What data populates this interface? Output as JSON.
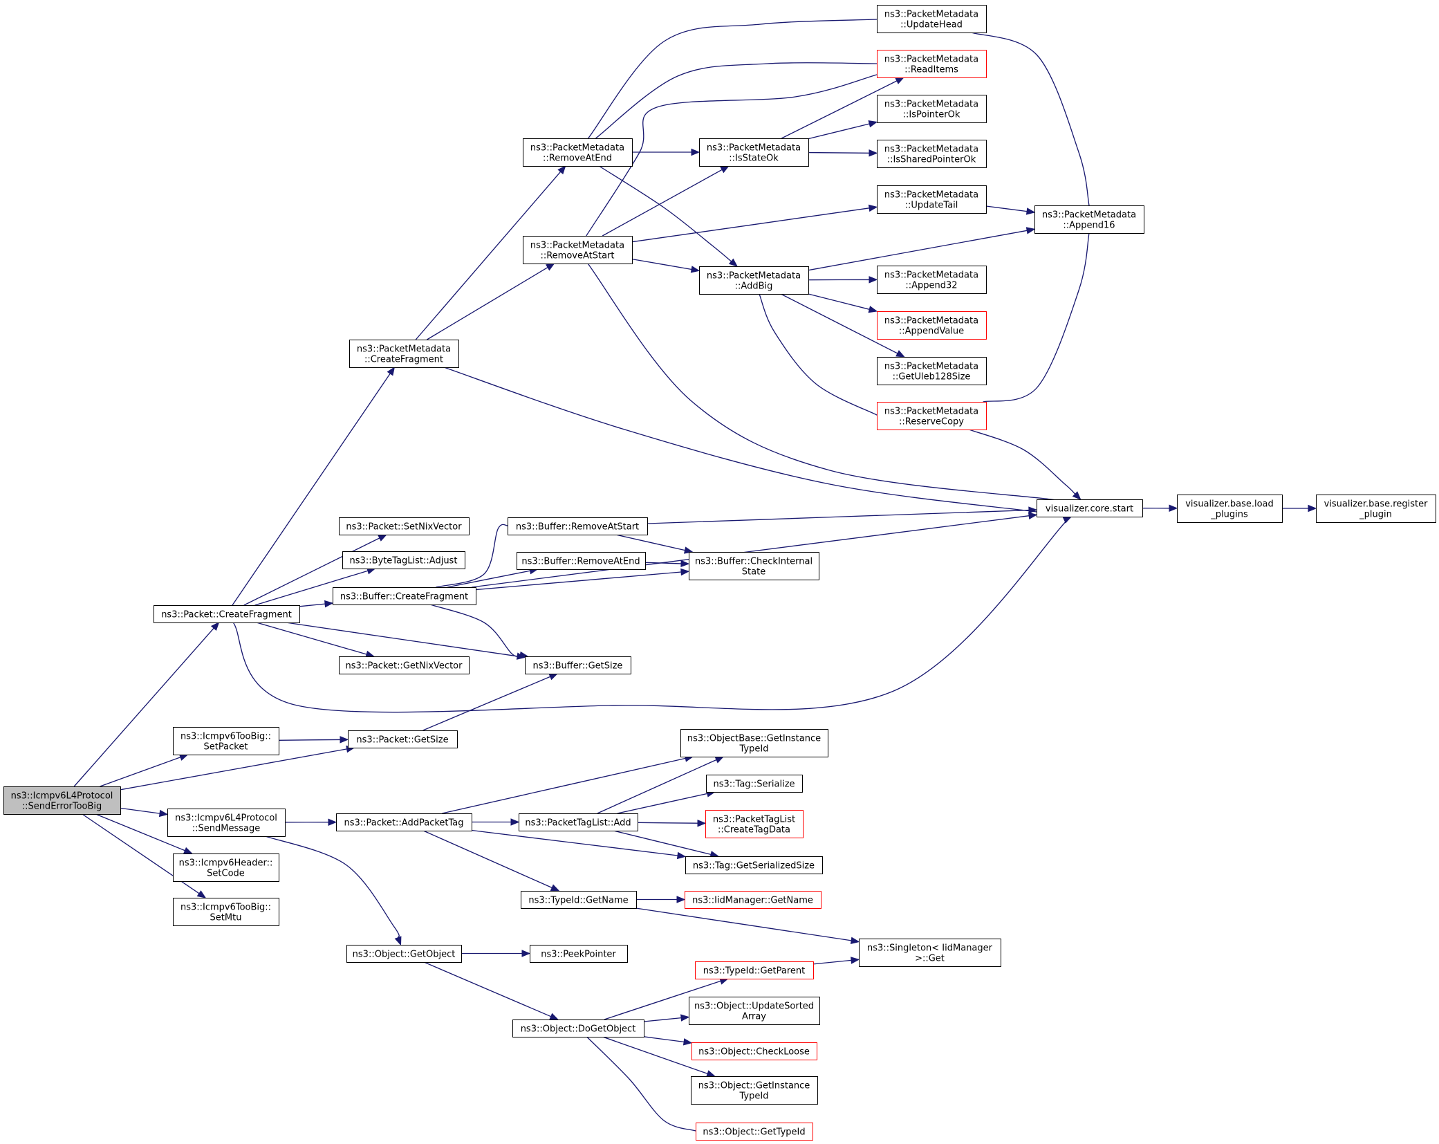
{
  "colors": {
    "edge": "#191970",
    "border_normal": "#000000",
    "border_truncated": "#ff0000",
    "fill_root": "#bfbfbf",
    "fill_normal": "#ffffff"
  },
  "nodes": [
    {
      "id": "root",
      "lines": [
        "ns3::Icmpv6L4Protocol",
        "::SendErrorTooBig"
      ],
      "style": "root"
    },
    {
      "id": "pkt_createfrag",
      "lines": [
        "ns3::Packet::CreateFragment"
      ],
      "style": "normal"
    },
    {
      "id": "toobig_setpacket",
      "lines": [
        "ns3::Icmpv6TooBig::",
        "SetPacket"
      ],
      "style": "normal"
    },
    {
      "id": "pkt_getsize",
      "lines": [
        "ns3::Packet::GetSize"
      ],
      "style": "normal"
    },
    {
      "id": "l4_sendmessage",
      "lines": [
        "ns3::Icmpv6L4Protocol",
        "::SendMessage"
      ],
      "style": "normal"
    },
    {
      "id": "hdr_setcode",
      "lines": [
        "ns3::Icmpv6Header::",
        "SetCode"
      ],
      "style": "normal"
    },
    {
      "id": "toobig_setmtu",
      "lines": [
        "ns3::Icmpv6TooBig::",
        "SetMtu"
      ],
      "style": "normal"
    },
    {
      "id": "pm_createfrag",
      "lines": [
        "ns3::PacketMetadata",
        "::CreateFragment"
      ],
      "style": "normal"
    },
    {
      "id": "pkt_setnix",
      "lines": [
        "ns3::Packet::SetNixVector"
      ],
      "style": "normal"
    },
    {
      "id": "btl_adjust",
      "lines": [
        "ns3::ByteTagList::Adjust"
      ],
      "style": "normal"
    },
    {
      "id": "buf_createfrag",
      "lines": [
        "ns3::Buffer::CreateFragment"
      ],
      "style": "normal"
    },
    {
      "id": "pkt_getnix",
      "lines": [
        "ns3::Packet::GetNixVector"
      ],
      "style": "normal"
    },
    {
      "id": "buf_getsize",
      "lines": [
        "ns3::Buffer::GetSize"
      ],
      "style": "normal"
    },
    {
      "id": "pkt_addtag",
      "lines": [
        "ns3::Packet::AddPacketTag"
      ],
      "style": "normal"
    },
    {
      "id": "obj_getobject",
      "lines": [
        "ns3::Object::GetObject"
      ],
      "style": "normal"
    },
    {
      "id": "pm_removeatend",
      "lines": [
        "ns3::PacketMetadata",
        "::RemoveAtEnd"
      ],
      "style": "normal"
    },
    {
      "id": "pm_removeatstart",
      "lines": [
        "ns3::PacketMetadata",
        "::RemoveAtStart"
      ],
      "style": "normal"
    },
    {
      "id": "buf_removeatstart",
      "lines": [
        "ns3::Buffer::RemoveAtStart"
      ],
      "style": "normal"
    },
    {
      "id": "buf_removeatend",
      "lines": [
        "ns3::Buffer::RemoveAtEnd"
      ],
      "style": "normal"
    },
    {
      "id": "ptl_add",
      "lines": [
        "ns3::PacketTagList::Add"
      ],
      "style": "normal"
    },
    {
      "id": "typeid_getname",
      "lines": [
        "ns3::TypeId::GetName"
      ],
      "style": "normal"
    },
    {
      "id": "peekpointer",
      "lines": [
        "ns3::PeekPointer"
      ],
      "style": "normal"
    },
    {
      "id": "obj_dogetobject",
      "lines": [
        "ns3::Object::DoGetObject"
      ],
      "style": "normal"
    },
    {
      "id": "pm_isstateok",
      "lines": [
        "ns3::PacketMetadata",
        "::IsStateOk"
      ],
      "style": "normal"
    },
    {
      "id": "pm_addbig",
      "lines": [
        "ns3::PacketMetadata",
        "::AddBig"
      ],
      "style": "normal"
    },
    {
      "id": "buf_checkinternal",
      "lines": [
        "ns3::Buffer::CheckInternal",
        "State"
      ],
      "style": "normal"
    },
    {
      "id": "ob_getinstance",
      "lines": [
        "ns3::ObjectBase::GetInstance",
        "TypeId"
      ],
      "style": "normal"
    },
    {
      "id": "tag_serialize",
      "lines": [
        "ns3::Tag::Serialize"
      ],
      "style": "normal"
    },
    {
      "id": "ptl_createtagdata",
      "lines": [
        "ns3::PacketTagList",
        "::CreateTagData"
      ],
      "style": "truncated"
    },
    {
      "id": "tag_getsersize",
      "lines": [
        "ns3::Tag::GetSerializedSize"
      ],
      "style": "normal"
    },
    {
      "id": "iid_getname",
      "lines": [
        "ns3::IidManager::GetName"
      ],
      "style": "truncated"
    },
    {
      "id": "typeid_getparent",
      "lines": [
        "ns3::TypeId::GetParent"
      ],
      "style": "truncated"
    },
    {
      "id": "obj_updatesorted",
      "lines": [
        "ns3::Object::UpdateSorted",
        "Array"
      ],
      "style": "normal"
    },
    {
      "id": "obj_checkloose",
      "lines": [
        "ns3::Object::CheckLoose"
      ],
      "style": "truncated"
    },
    {
      "id": "obj_getinstance",
      "lines": [
        "ns3::Object::GetInstance",
        "TypeId"
      ],
      "style": "normal"
    },
    {
      "id": "obj_gettypeid",
      "lines": [
        "ns3::Object::GetTypeId"
      ],
      "style": "truncated"
    },
    {
      "id": "pm_updatehead",
      "lines": [
        "ns3::PacketMetadata",
        "::UpdateHead"
      ],
      "style": "normal"
    },
    {
      "id": "pm_readitems",
      "lines": [
        "ns3::PacketMetadata",
        "::ReadItems"
      ],
      "style": "truncated"
    },
    {
      "id": "pm_ispointerok",
      "lines": [
        "ns3::PacketMetadata",
        "::IsPointerOk"
      ],
      "style": "normal"
    },
    {
      "id": "pm_issharedptrok",
      "lines": [
        "ns3::PacketMetadata",
        "::IsSharedPointerOk"
      ],
      "style": "normal"
    },
    {
      "id": "pm_updatetail",
      "lines": [
        "ns3::PacketMetadata",
        "::UpdateTail"
      ],
      "style": "normal"
    },
    {
      "id": "pm_append32",
      "lines": [
        "ns3::PacketMetadata",
        "::Append32"
      ],
      "style": "normal"
    },
    {
      "id": "pm_appendvalue",
      "lines": [
        "ns3::PacketMetadata",
        "::AppendValue"
      ],
      "style": "truncated"
    },
    {
      "id": "pm_getuleb",
      "lines": [
        "ns3::PacketMetadata",
        "::GetUleb128Size"
      ],
      "style": "normal"
    },
    {
      "id": "pm_reservecopy",
      "lines": [
        "ns3::PacketMetadata",
        "::ReserveCopy"
      ],
      "style": "truncated"
    },
    {
      "id": "pm_append16",
      "lines": [
        "ns3::PacketMetadata",
        "::Append16"
      ],
      "style": "normal"
    },
    {
      "id": "viz_core_start",
      "lines": [
        "visualizer.core.start"
      ],
      "style": "normal"
    },
    {
      "id": "singleton_get",
      "lines": [
        "ns3::Singleton< IidManager",
        ">::Get"
      ],
      "style": "normal"
    },
    {
      "id": "viz_load_plugins",
      "lines": [
        "visualizer.base.load",
        "_plugins"
      ],
      "style": "normal"
    },
    {
      "id": "viz_register_plugin",
      "lines": [
        "visualizer.base.register",
        "_plugin"
      ],
      "style": "normal"
    }
  ],
  "edges": [
    [
      "root",
      "pkt_createfrag"
    ],
    [
      "root",
      "toobig_setpacket"
    ],
    [
      "root",
      "pkt_getsize"
    ],
    [
      "root",
      "l4_sendmessage"
    ],
    [
      "root",
      "hdr_setcode"
    ],
    [
      "root",
      "toobig_setmtu"
    ],
    [
      "pkt_createfrag",
      "pm_createfrag"
    ],
    [
      "pkt_createfrag",
      "pkt_setnix"
    ],
    [
      "pkt_createfrag",
      "btl_adjust"
    ],
    [
      "pkt_createfrag",
      "buf_createfrag"
    ],
    [
      "pkt_createfrag",
      "pkt_getnix"
    ],
    [
      "pkt_createfrag",
      "buf_getsize"
    ],
    [
      "pkt_createfrag",
      "viz_core_start"
    ],
    [
      "toobig_setpacket",
      "pkt_getsize"
    ],
    [
      "pkt_getsize",
      "buf_getsize"
    ],
    [
      "l4_sendmessage",
      "pkt_addtag"
    ],
    [
      "l4_sendmessage",
      "obj_getobject"
    ],
    [
      "pm_createfrag",
      "pm_removeatend"
    ],
    [
      "pm_createfrag",
      "pm_removeatstart"
    ],
    [
      "pm_createfrag",
      "viz_core_start"
    ],
    [
      "buf_createfrag",
      "buf_removeatstart"
    ],
    [
      "buf_createfrag",
      "buf_removeatend"
    ],
    [
      "buf_createfrag",
      "buf_checkinternal"
    ],
    [
      "buf_createfrag",
      "buf_getsize"
    ],
    [
      "buf_createfrag",
      "viz_core_start"
    ],
    [
      "pkt_addtag",
      "ob_getinstance"
    ],
    [
      "pkt_addtag",
      "ptl_add"
    ],
    [
      "pkt_addtag",
      "tag_getsersize"
    ],
    [
      "pkt_addtag",
      "typeid_getname"
    ],
    [
      "obj_getobject",
      "peekpointer"
    ],
    [
      "obj_getobject",
      "obj_dogetobject"
    ],
    [
      "pm_removeatend",
      "pm_updatehead"
    ],
    [
      "pm_removeatend",
      "pm_readitems"
    ],
    [
      "pm_removeatend",
      "pm_isstateok"
    ],
    [
      "pm_removeatend",
      "pm_addbig"
    ],
    [
      "pm_removeatstart",
      "pm_readitems"
    ],
    [
      "pm_removeatstart",
      "pm_isstateok"
    ],
    [
      "pm_removeatstart",
      "pm_updatetail"
    ],
    [
      "pm_removeatstart",
      "pm_addbig"
    ],
    [
      "pm_removeatstart",
      "viz_core_start"
    ],
    [
      "buf_removeatstart",
      "buf_checkinternal"
    ],
    [
      "buf_removeatstart",
      "viz_core_start"
    ],
    [
      "buf_removeatend",
      "buf_checkinternal"
    ],
    [
      "ptl_add",
      "ob_getinstance"
    ],
    [
      "ptl_add",
      "tag_serialize"
    ],
    [
      "ptl_add",
      "ptl_createtagdata"
    ],
    [
      "ptl_add",
      "tag_getsersize"
    ],
    [
      "typeid_getname",
      "iid_getname"
    ],
    [
      "typeid_getname",
      "singleton_get"
    ],
    [
      "obj_dogetobject",
      "typeid_getparent"
    ],
    [
      "obj_dogetobject",
      "obj_updatesorted"
    ],
    [
      "obj_dogetobject",
      "obj_checkloose"
    ],
    [
      "obj_dogetobject",
      "obj_getinstance"
    ],
    [
      "obj_dogetobject",
      "obj_gettypeid"
    ],
    [
      "typeid_getparent",
      "singleton_get"
    ],
    [
      "pm_isstateok",
      "pm_readitems"
    ],
    [
      "pm_isstateok",
      "pm_ispointerok"
    ],
    [
      "pm_isstateok",
      "pm_issharedptrok"
    ],
    [
      "pm_addbig",
      "pm_append16"
    ],
    [
      "pm_addbig",
      "pm_append32"
    ],
    [
      "pm_addbig",
      "pm_appendvalue"
    ],
    [
      "pm_addbig",
      "pm_getuleb"
    ],
    [
      "pm_addbig",
      "pm_reservecopy"
    ],
    [
      "pm_updatehead",
      "pm_append16"
    ],
    [
      "pm_updatetail",
      "pm_append16"
    ],
    [
      "pm_reservecopy",
      "pm_append16"
    ],
    [
      "pm_reservecopy",
      "viz_core_start"
    ],
    [
      "viz_core_start",
      "viz_load_plugins"
    ],
    [
      "viz_load_plugins",
      "viz_register_plugin"
    ]
  ]
}
